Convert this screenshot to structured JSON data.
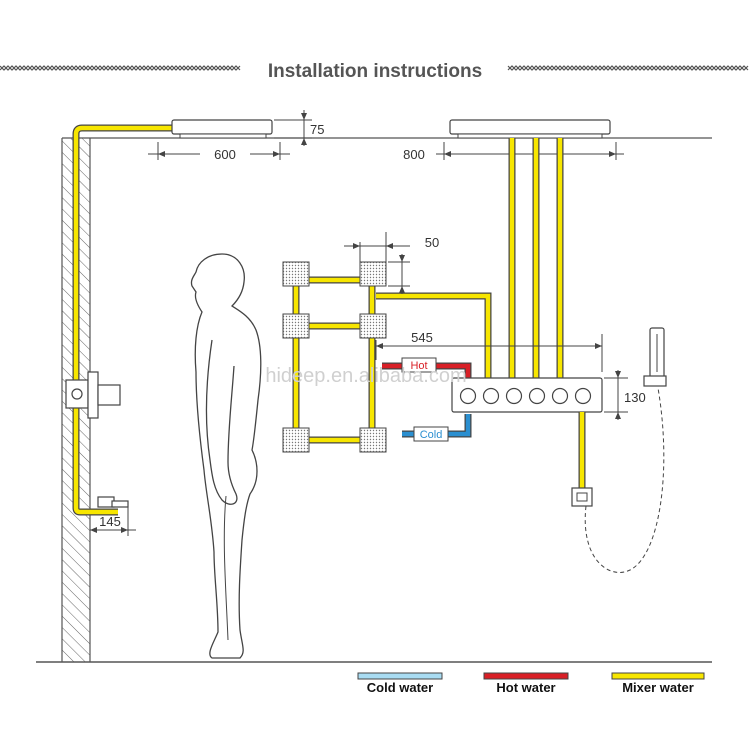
{
  "title": "Installation instructions",
  "watermark": "hideep.en.alibaba.com",
  "dimensions": {
    "ceiling_gap": "75",
    "rain_head_small_width": "600",
    "rain_head_large_width": "800",
    "jet_spacing": "50",
    "mixer_width": "545",
    "mixer_height": "130",
    "spout_offset": "145"
  },
  "tags": {
    "hot": "Hot",
    "cold": "Cold"
  },
  "legend": [
    {
      "label": "Cold water",
      "color": "#a9dcf2"
    },
    {
      "label": "Hot water",
      "color": "#d81f26"
    },
    {
      "label": "Mixer water",
      "color": "#f7e600"
    }
  ],
  "colors": {
    "mixer_pipe": "#f7e600",
    "hot_pipe": "#d81f26",
    "cold_pipe": "#2b8fd0",
    "line": "#444444"
  }
}
